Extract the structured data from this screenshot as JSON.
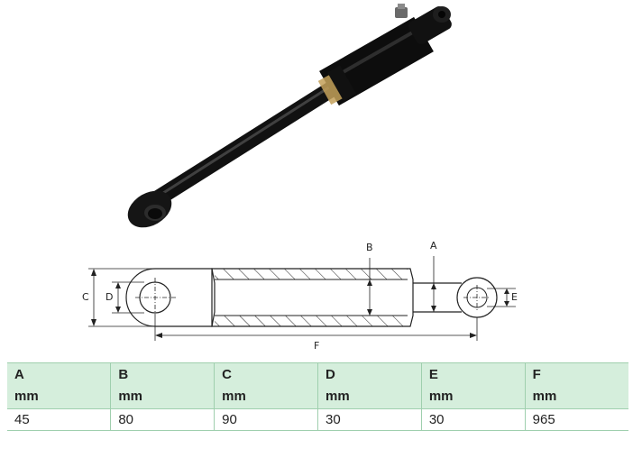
{
  "drawing": {
    "labels": {
      "a": "A",
      "b": "B",
      "c": "C",
      "d": "D",
      "e": "E",
      "f": "F"
    }
  },
  "spec_table": {
    "columns": [
      {
        "letter": "A",
        "unit": "mm"
      },
      {
        "letter": "B",
        "unit": "mm"
      },
      {
        "letter": "C",
        "unit": "mm"
      },
      {
        "letter": "D",
        "unit": "mm"
      },
      {
        "letter": "E",
        "unit": "mm"
      },
      {
        "letter": "F",
        "unit": "mm"
      }
    ],
    "values": [
      "45",
      "80",
      "90",
      "30",
      "30",
      "965"
    ]
  },
  "colors": {
    "header_bg": "#d5eedc",
    "border": "#9fcfae"
  }
}
